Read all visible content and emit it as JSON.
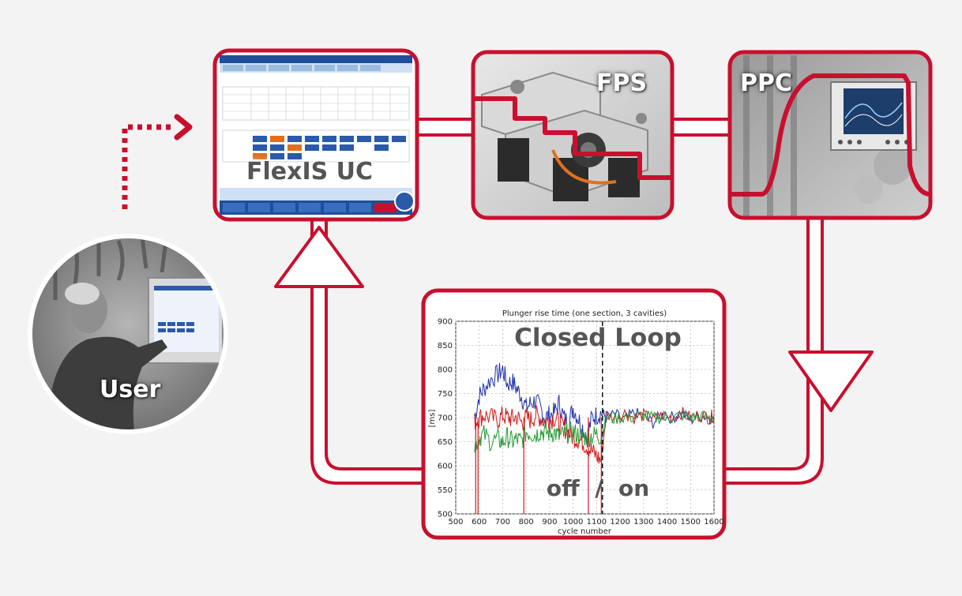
{
  "colors": {
    "accent": "#c8102e",
    "pipe_fill": "#ffffff",
    "background": "#f3f3f3"
  },
  "icons": {
    "user_entry_arrow": "dotted-arrow-icon",
    "loop_arrow_up": "arrow-up-icon",
    "loop_arrow_down": "arrow-down-icon"
  },
  "nodes": {
    "user": {
      "label": "User"
    },
    "flexis": {
      "label": "FlexIS UC"
    },
    "fps": {
      "label": "FPS"
    },
    "ppc": {
      "label": "PPC"
    }
  },
  "chart_overlay": {
    "top_label": "Closed Loop",
    "bottom_label": "off  /  on"
  },
  "chart_data": {
    "type": "line",
    "title": "Plunger rise time (one section, 3 cavities)",
    "xlabel": "cycle number",
    "ylabel": "[ms]",
    "xlim": [
      500,
      1600
    ],
    "ylim": [
      500,
      900
    ],
    "x_ticks": [
      500,
      600,
      700,
      800,
      900,
      1000,
      1100,
      1200,
      1300,
      1400,
      1500,
      1600
    ],
    "y_ticks": [
      500,
      550,
      600,
      650,
      700,
      750,
      800,
      850,
      900
    ],
    "grid": true,
    "switch_x": 1125,
    "series": [
      {
        "color": "#2233aa",
        "x": [
          580,
          600,
          620,
          650,
          680,
          700,
          720,
          740,
          760,
          780,
          800,
          820,
          840,
          860,
          880,
          900,
          920,
          940,
          960,
          980,
          1000,
          1020,
          1040,
          1060,
          1080,
          1100,
          1120,
          1140,
          1180,
          1220,
          1260,
          1300,
          1340,
          1380,
          1420,
          1460,
          1500,
          1540,
          1580,
          1600
        ],
        "y": [
          700,
          745,
          760,
          780,
          790,
          800,
          770,
          775,
          760,
          745,
          720,
          730,
          735,
          720,
          700,
          705,
          710,
          730,
          700,
          690,
          720,
          700,
          680,
          660,
          700,
          705,
          710,
          700,
          705,
          695,
          710,
          700,
          690,
          705,
          700,
          710,
          695,
          705,
          700,
          700
        ]
      },
      {
        "color": "#d41a1a",
        "x": [
          580,
          600,
          620,
          650,
          680,
          700,
          720,
          740,
          760,
          780,
          800,
          820,
          840,
          860,
          880,
          900,
          920,
          940,
          960,
          980,
          1000,
          1020,
          1040,
          1060,
          1080,
          1100,
          1120,
          1140,
          1180,
          1220,
          1260,
          1300,
          1340,
          1380,
          1420,
          1460,
          1500,
          1540,
          1580,
          1600
        ],
        "y": [
          690,
          700,
          705,
          700,
          695,
          705,
          700,
          698,
          702,
          690,
          700,
          695,
          705,
          700,
          690,
          695,
          700,
          690,
          680,
          670,
          660,
          655,
          650,
          640,
          630,
          620,
          610,
          705,
          700,
          710,
          700,
          705,
          695,
          705,
          700,
          710,
          700,
          705,
          700,
          705
        ]
      },
      {
        "color": "#229933",
        "x": [
          580,
          600,
          620,
          650,
          680,
          700,
          720,
          740,
          760,
          780,
          800,
          820,
          840,
          860,
          880,
          900,
          920,
          940,
          960,
          980,
          1000,
          1020,
          1040,
          1060,
          1080,
          1100,
          1120,
          1140,
          1180,
          1220,
          1260,
          1300,
          1340,
          1380,
          1420,
          1460,
          1500,
          1540,
          1580,
          1600
        ],
        "y": [
          640,
          660,
          665,
          650,
          655,
          648,
          660,
          650,
          655,
          650,
          670,
          668,
          665,
          672,
          670,
          668,
          670,
          660,
          665,
          668,
          670,
          665,
          660,
          660,
          662,
          665,
          660,
          700,
          698,
          702,
          700,
          705,
          698,
          702,
          700,
          705,
          700,
          702,
          700,
          700
        ]
      }
    ]
  }
}
